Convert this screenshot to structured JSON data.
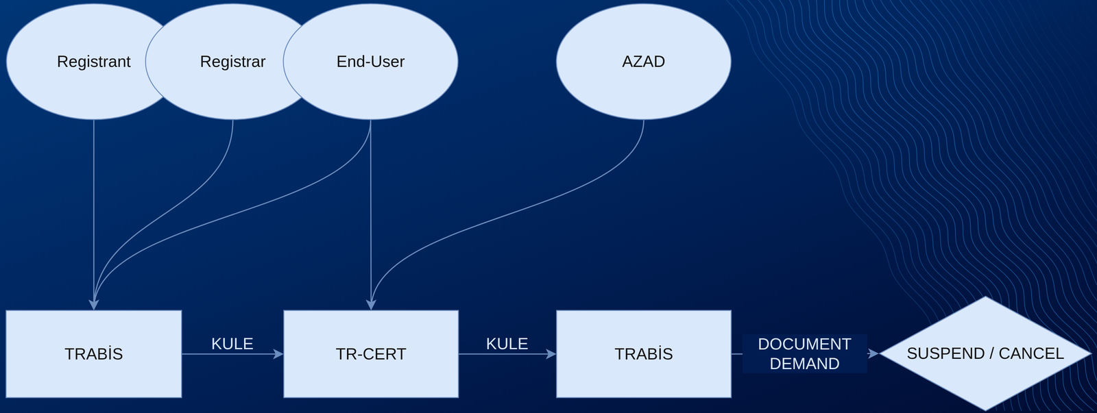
{
  "diagram": {
    "nodes": [
      {
        "text": [
          "Registrant"
        ]
      },
      {
        "text": [
          "Registrar"
        ]
      },
      {
        "text": [
          "End-User"
        ]
      },
      {
        "text": [
          "AZAD"
        ]
      },
      {
        "text": [
          "TRABİS"
        ]
      },
      {
        "text": [
          "TR-CERT"
        ]
      },
      {
        "text": [
          "TRABİS"
        ]
      },
      {
        "text": [
          "SUSPEND / CANCEL"
        ]
      }
    ],
    "edges": [
      {
        "from": 0,
        "to": 4,
        "arrow": "to"
      },
      {
        "from": 1,
        "to": 4,
        "arrow": "to"
      },
      {
        "from": 2,
        "to": 4,
        "arrow": "to"
      },
      {
        "from": 2,
        "to": 5,
        "arrow": "to"
      },
      {
        "from": 3,
        "to": 5,
        "arrow": "to"
      },
      {
        "from": 4,
        "to": 5,
        "label": "KULE",
        "arrow": "to"
      },
      {
        "from": 5,
        "to": 6,
        "label": "KULE",
        "arrow": "to"
      },
      {
        "from": 6,
        "to": 7,
        "label": "DOCUMENT DEMAND",
        "arrow": "to"
      }
    ]
  }
}
